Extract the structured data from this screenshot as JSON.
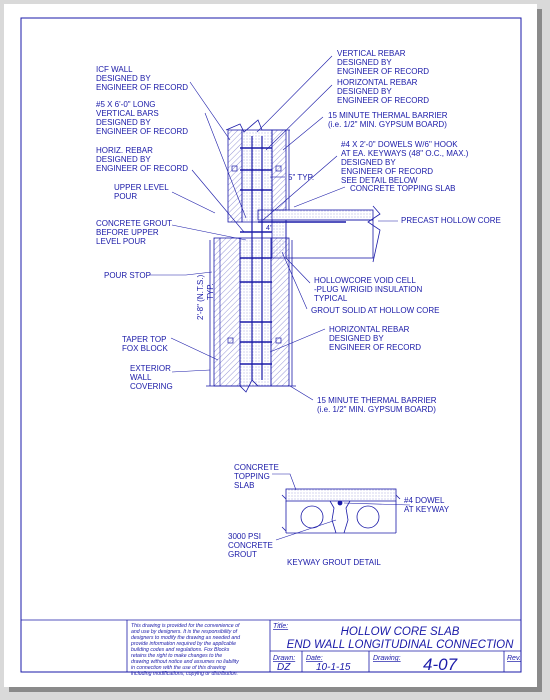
{
  "labels": {
    "icf_wall": [
      "ICF WALL",
      "DESIGNED BY",
      "ENGINEER OF RECORD"
    ],
    "vertical_bars": [
      "#5 X 6'-0\" LONG",
      "VERTICAL BARS",
      "DESIGNED BY",
      "ENGINEER OF RECORD"
    ],
    "horiz_rebar_left": [
      "HORIZ. REBAR",
      "DESIGNED BY",
      "ENGINEER OF RECORD"
    ],
    "upper_level_pour": [
      "UPPER LEVEL",
      "POUR"
    ],
    "concrete_grout": [
      "CONCRETE GROUT",
      "BEFORE UPPER",
      "LEVEL POUR"
    ],
    "pour_stop": [
      "POUR STOP"
    ],
    "taper_top": [
      "TAPER TOP",
      "FOX BLOCK"
    ],
    "exterior_wall": [
      "EXTERIOR",
      "WALL",
      "COVERING"
    ],
    "vertical_rebar": [
      "VERTICAL REBAR",
      "DESIGNED BY",
      "ENGINEER OF RECORD"
    ],
    "horizontal_rebar_top": [
      "HORIZONTAL REBAR",
      "DESIGNED BY",
      "ENGINEER OF RECORD"
    ],
    "thermal_barrier_top": [
      "15 MINUTE THERMAL BARRIER",
      "(i.e. 1/2\" MIN. GYPSUM BOARD)"
    ],
    "dowels": [
      "#4 X 2'-0\" DOWELS W/6\" HOOK",
      "AT EA. KEYWAYS (48\" O.C., MAX.)",
      "DESIGNED BY",
      "ENGINEER OF RECORD",
      "SEE DETAIL BELOW"
    ],
    "concrete_topping_slab": [
      "CONCRETE TOPPING SLAB"
    ],
    "precast_hollow_core": [
      "PRECAST HOLLOW CORE"
    ],
    "hollowcore_void": [
      "HOLLOWCORE VOID CELL",
      "-PLUG W/RIGID INSULATION",
      "TYPICAL"
    ],
    "grout_solid": [
      "GROUT SOLID AT HOLLOW CORE"
    ],
    "horizontal_rebar_bottom": [
      "HORIZONTAL REBAR",
      "DESIGNED BY",
      "ENGINEER OF RECORD"
    ],
    "thermal_barrier_bottom": [
      "15 MINUTE THERMAL BARRIER",
      "(i.e. 1/2\" MIN. GYPSUM BOARD)"
    ],
    "five_typ": "5\" TYP.",
    "four_in": "4\"",
    "dimension": "2'-8\" (N.T.S.)",
    "dim_typ": "TYP."
  },
  "keyway_detail": {
    "topping": [
      "CONCRETE",
      "TOPPING",
      "SLAB"
    ],
    "dowel": [
      "#4 DOWEL",
      "AT KEYWAY"
    ],
    "grout": [
      "3000 PSI",
      "CONCRETE",
      "GROUT"
    ],
    "caption": "KEYWAY GROUT DETAIL"
  },
  "title_block": {
    "disclaimer": [
      "This drawing is provided for the convenience of",
      "and use by designers.  It is the responsibility of",
      "designers to modify the drawing as needed and",
      "provide information required by the applicable",
      "building codes and regulations.  Fox Blocks",
      "retains the right to make changes to the",
      "drawing without notice and assumes no liability",
      "in connection with the use of this drawing",
      "including modifications, copying or distribution."
    ],
    "title_label": "Title:",
    "title_line1": "HOLLOW CORE SLAB",
    "title_line2": "END WALL LONGITUDINAL CONNECTION",
    "drawn_label": "Drawn:",
    "drawn_value": "DZ",
    "date_label": "Date:",
    "date_value": "10-1-15",
    "drawing_label": "Drawing:",
    "drawing_value": "4-07",
    "rev_label": "Rev."
  },
  "colors": {
    "ink": "#1a1aa8",
    "paper": "#ffffff",
    "shadow": "#8a8a8a"
  }
}
